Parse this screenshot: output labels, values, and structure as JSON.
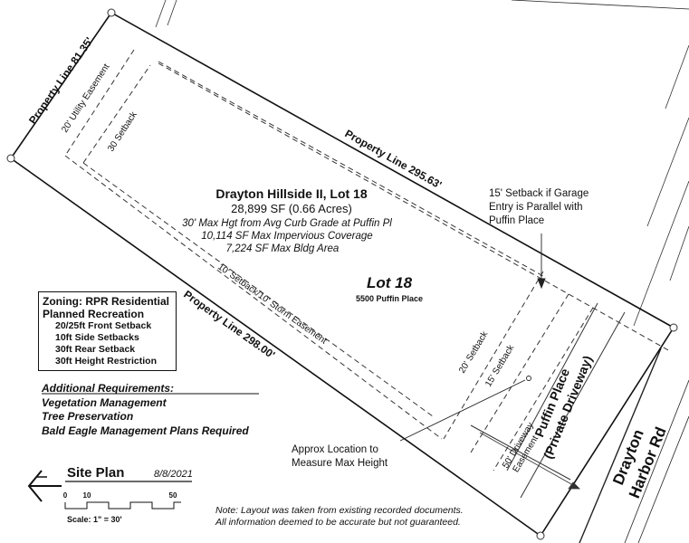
{
  "lot_info": {
    "title": "Drayton Hillside II, Lot 18",
    "area": "28,899 SF (0.66 Acres)",
    "max_height": "30' Max Hgt from Avg Curb Grade at Puffin Pl",
    "impervious": "10,114 SF Max Impervious Coverage",
    "bldg_area": "7,224 SF Max Bldg Area"
  },
  "lot_label": {
    "name": "Lot 18",
    "address": "5500 Puffin Place"
  },
  "property_lines": {
    "west": "Property Line  81.35'",
    "north": "Property Line  295.63'",
    "south": "Property Line  298.00'"
  },
  "setbacks": {
    "utility_easement": "20' Utility Easement",
    "rear": "30 Setback",
    "side_storm": "10' Setback/10' Storm Easement",
    "front_20": "20' Setback",
    "front_15": "15' Setback",
    "driveway": [
      "50' Driveway",
      "Easement"
    ]
  },
  "garage_note": [
    "15' Setback if Garage",
    "Entry is Parallel with",
    "Puffin Place"
  ],
  "road_labels": {
    "puffin": [
      "Puffin Place",
      "(Private Driveway)"
    ],
    "drayton": [
      "Drayton",
      "Harbor Rd"
    ]
  },
  "measure_note": [
    "Approx Location to",
    "Measure Max Height"
  ],
  "zoning": {
    "title": [
      "Zoning: RPR Residential",
      "Planned Recreation"
    ],
    "items": [
      "20/25ft Front Setback",
      "10ft Side Setbacks",
      "30ft Rear Setback",
      "30ft Height Restriction"
    ]
  },
  "additional": {
    "title": "Additional Requirements:",
    "items": [
      "Vegetation Management",
      "Tree Preservation",
      "Bald Eagle Management Plans Required"
    ]
  },
  "site_plan": {
    "title": "Site Plan",
    "date": "8/8/2021",
    "scale_ticks": [
      "0",
      "10",
      "50"
    ],
    "scale_text": "Scale: 1\" = 30'"
  },
  "note": [
    "Note: Layout was taken from existing recorded documents.",
    "All information deemed to be accurate but not guaranteed."
  ]
}
